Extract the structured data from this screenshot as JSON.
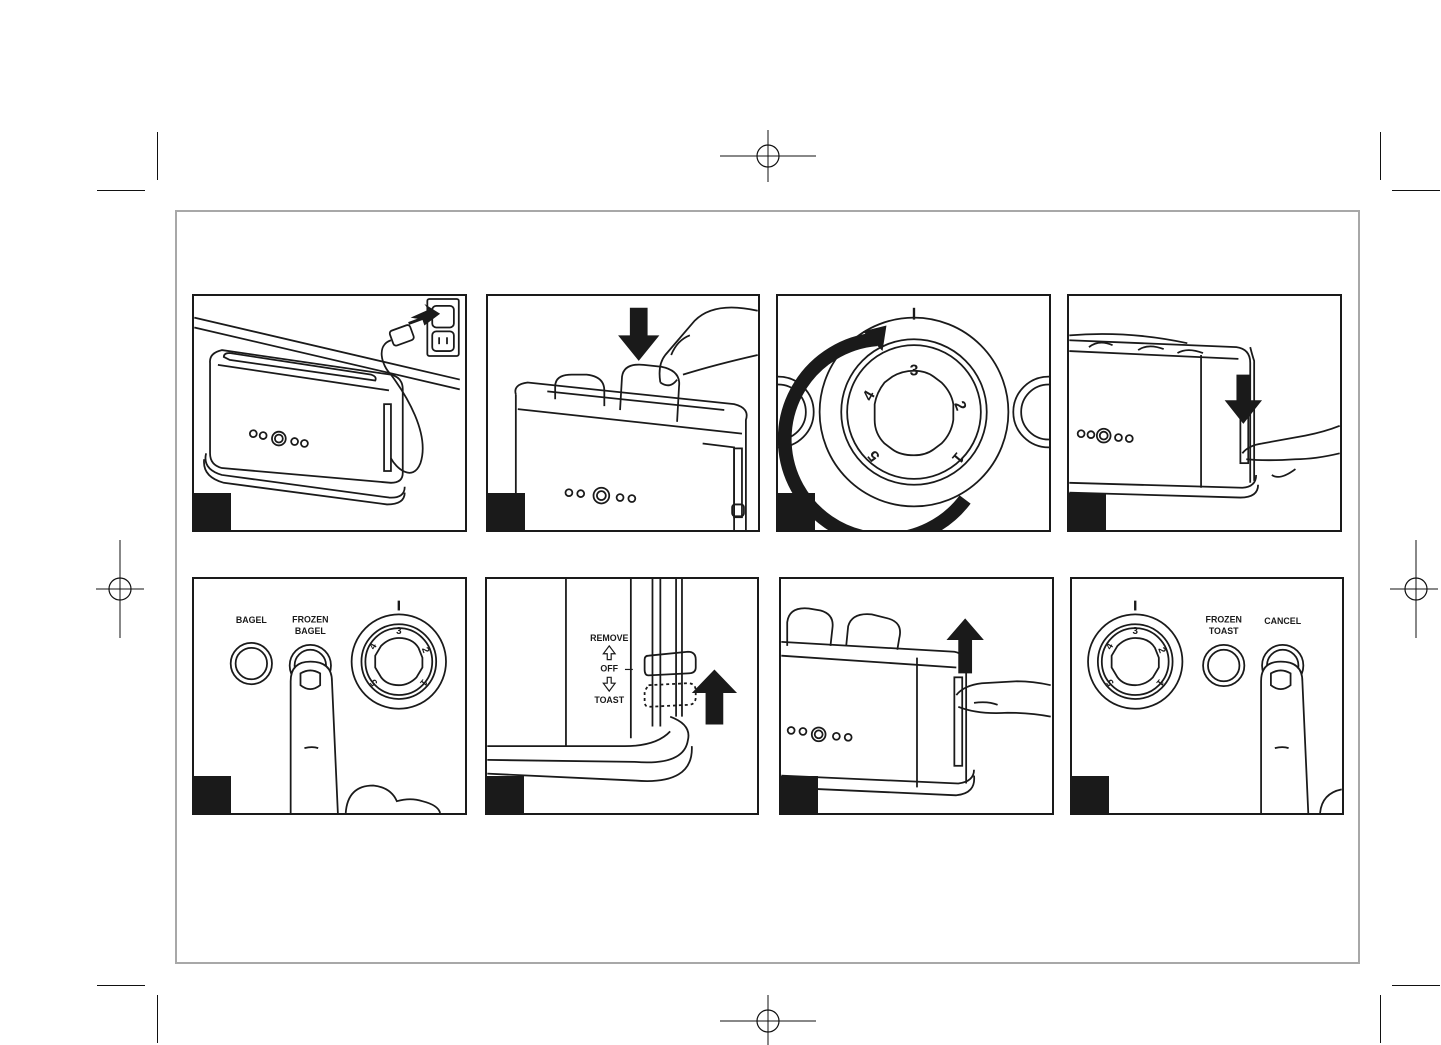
{
  "colors": {
    "ink": "#1a1a1a",
    "frame": "#a8a8a8",
    "background": "#ffffff"
  },
  "panels": [
    {
      "step_label": "",
      "icons": [
        "toaster-icon",
        "power-outlet-icon",
        "plug-icon",
        "arrow-icon"
      ]
    },
    {
      "step_label": "",
      "icons": [
        "toaster-icon",
        "bread-slice-icon",
        "hand-icon",
        "down-arrow-icon"
      ]
    },
    {
      "step_label": "",
      "icons": [
        "browning-dial-icon",
        "circular-arrow-icon"
      ],
      "dial_numbers": [
        "1",
        "2",
        "3",
        "4",
        "5"
      ]
    },
    {
      "step_label": "",
      "icons": [
        "toaster-icon",
        "hand-icon",
        "down-arrow-icon"
      ]
    },
    {
      "step_label": "",
      "icons": [
        "finger-icon",
        "button-icon",
        "browning-dial-icon"
      ],
      "button_labels": [
        "BAGEL",
        "FROZEN",
        "BAGEL"
      ],
      "dial_numbers": [
        "1",
        "2",
        "3",
        "4",
        "5"
      ]
    },
    {
      "step_label": "",
      "icons": [
        "lever-icon",
        "up-arrow-icon"
      ],
      "lever_labels": {
        "remove": "REMOVE",
        "off": "OFF",
        "toast": "TOAST"
      }
    },
    {
      "step_label": "",
      "icons": [
        "toaster-icon",
        "bread-slice-icon",
        "hand-icon",
        "up-arrow-icon"
      ]
    },
    {
      "step_label": "",
      "icons": [
        "finger-icon",
        "button-icon",
        "browning-dial-icon"
      ],
      "button_labels": [
        "FROZEN",
        "TOAST",
        "CANCEL"
      ],
      "dial_numbers": [
        "1",
        "2",
        "3",
        "4",
        "5"
      ]
    }
  ]
}
